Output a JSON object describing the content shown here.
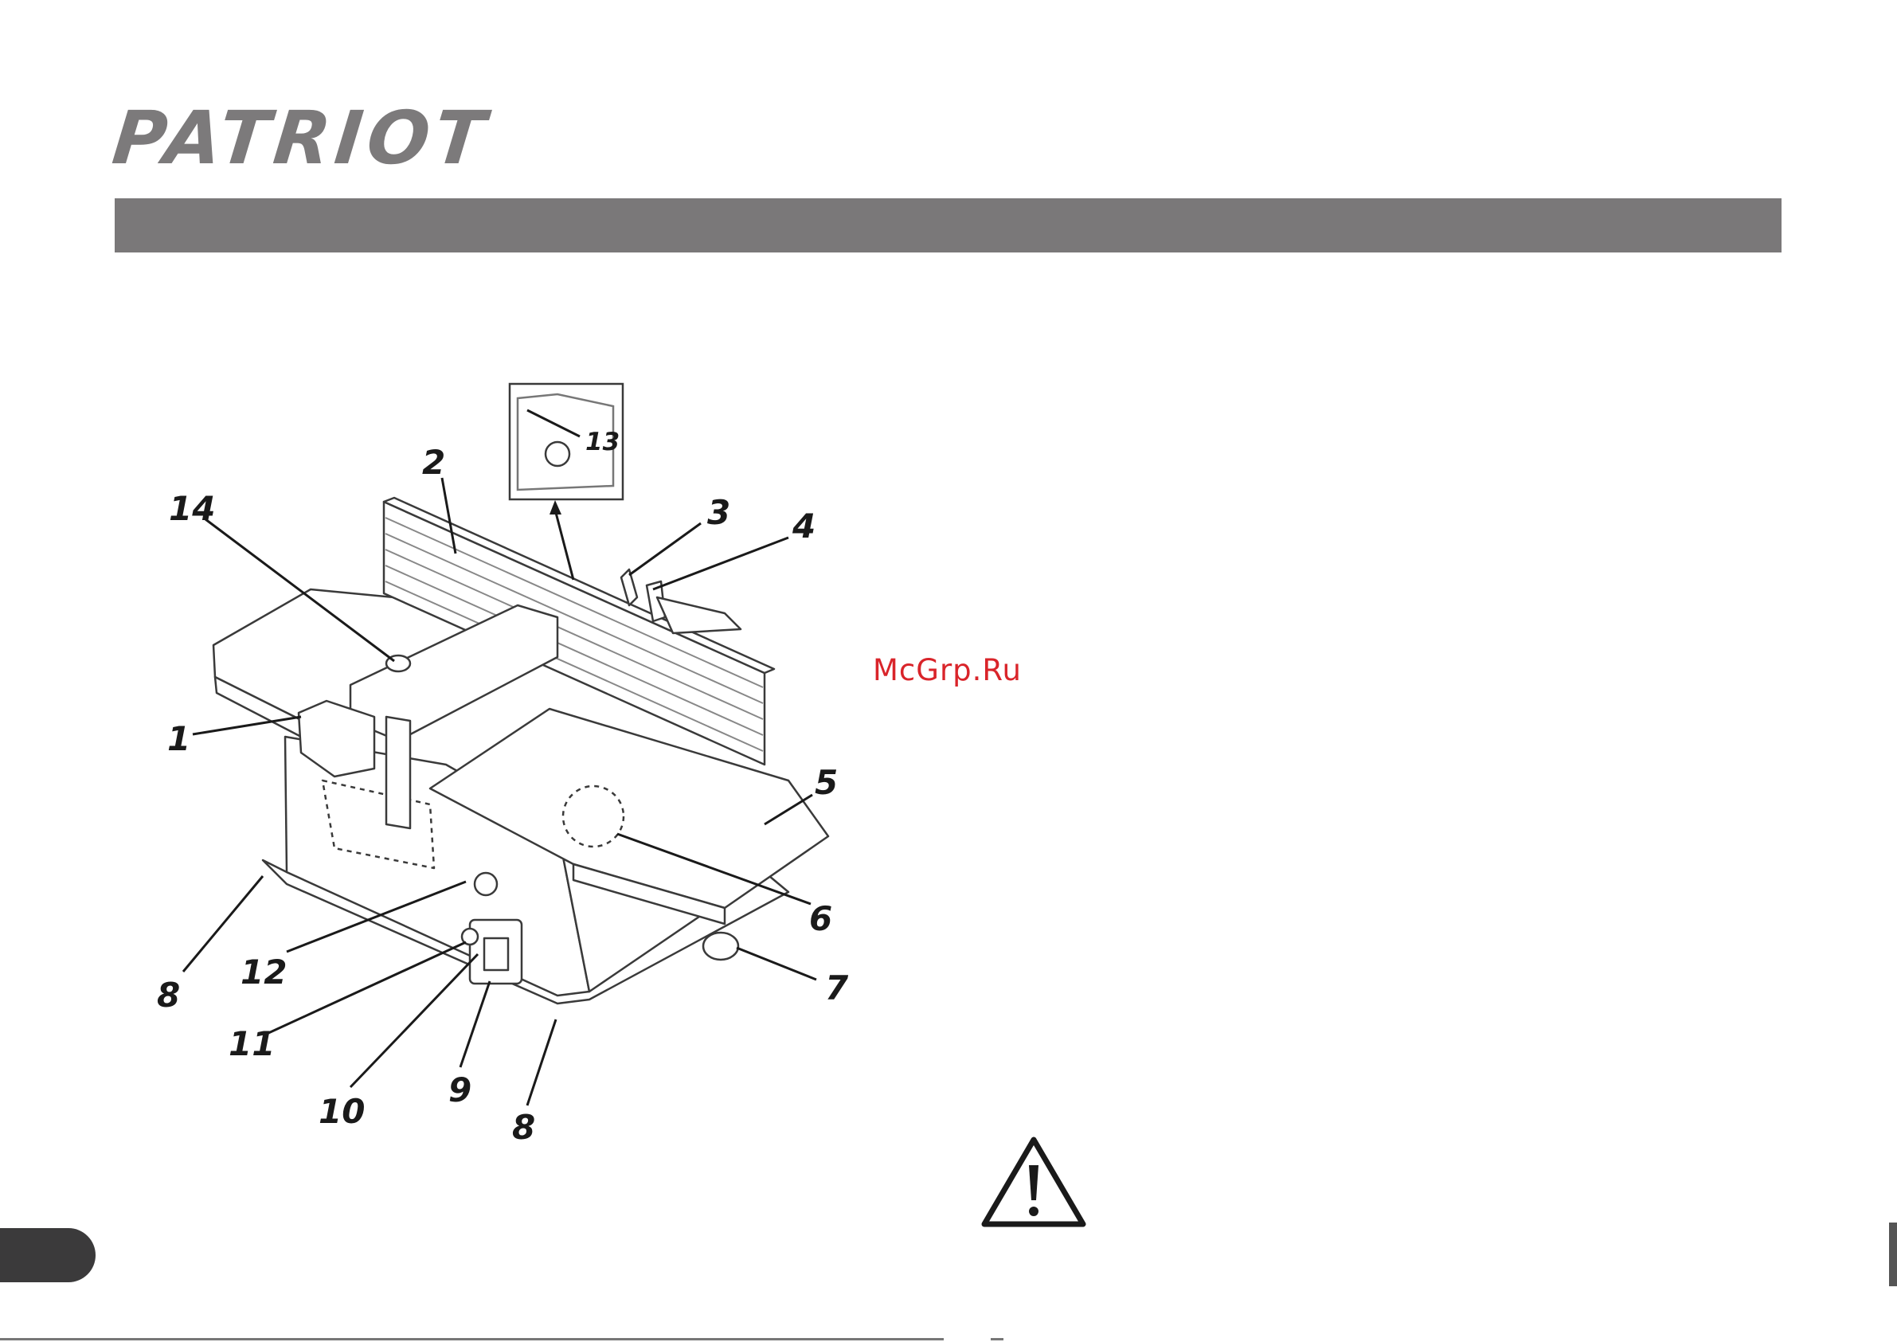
{
  "header": {
    "logo_text": "PATRIOT"
  },
  "watermark": {
    "text": "McGrp.Ru",
    "color": "#d9242a"
  },
  "figure": {
    "inset_label": "13",
    "callouts": [
      "1",
      "2",
      "3",
      "4",
      "5",
      "6",
      "7",
      "8",
      "8",
      "9",
      "10",
      "11",
      "12",
      "14"
    ]
  },
  "icons": {
    "warning": "warning-triangle-icon"
  },
  "colors": {
    "title_bar": "#7a7879",
    "logo": "#7c7a7b",
    "page_tab": "#3b3a3b"
  }
}
